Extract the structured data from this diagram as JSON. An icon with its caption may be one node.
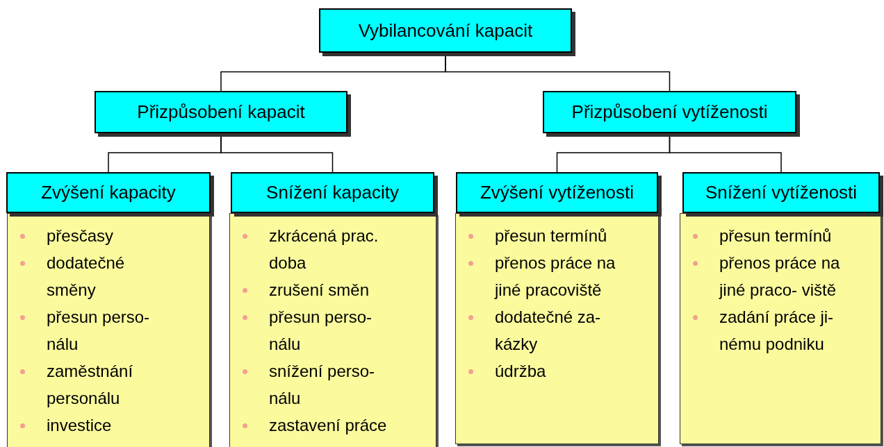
{
  "diagram": {
    "nodes": [
      {
        "text": [
          "Vybilancování kapacit"
        ]
      },
      {
        "text": [
          "Přizpůsobení kapacit"
        ]
      },
      {
        "text": [
          "Přizpůsobení vytíženosti"
        ]
      },
      {
        "text": [
          "Zvýšení kapacity"
        ]
      },
      {
        "text": [
          "přesčasy",
          "dodatečné směny",
          "přesun perso- nálu",
          "zaměstnání personálu",
          "investice"
        ]
      },
      {
        "text": [
          "Snížení kapacity"
        ]
      },
      {
        "text": [
          "zkrácená prac. doba",
          "zrušení směn",
          "přesun perso- nálu",
          "snížení perso- nálu",
          "zastavení práce"
        ]
      },
      {
        "text": [
          "Zvýšení vytíženosti"
        ]
      },
      {
        "text": [
          "přesun termínů",
          "přenos práce na jiné pracoviště",
          "dodatečné za- kázky",
          "údržba"
        ]
      },
      {
        "text": [
          "Snížení vytíženosti"
        ]
      },
      {
        "text": [
          "přesun termínů",
          "přenos práce na jiné praco- viště",
          "zadání práce ji- nému podniku"
        ]
      }
    ],
    "edges": [
      {
        "from": 0,
        "to": 1,
        "arrow": "none"
      },
      {
        "from": 0,
        "to": 2,
        "arrow": "none"
      },
      {
        "from": 1,
        "to": 3,
        "arrow": "none"
      },
      {
        "from": 1,
        "to": 5,
        "arrow": "none"
      },
      {
        "from": 2,
        "to": 7,
        "arrow": "none"
      },
      {
        "from": 2,
        "to": 9,
        "arrow": "none"
      }
    ]
  }
}
